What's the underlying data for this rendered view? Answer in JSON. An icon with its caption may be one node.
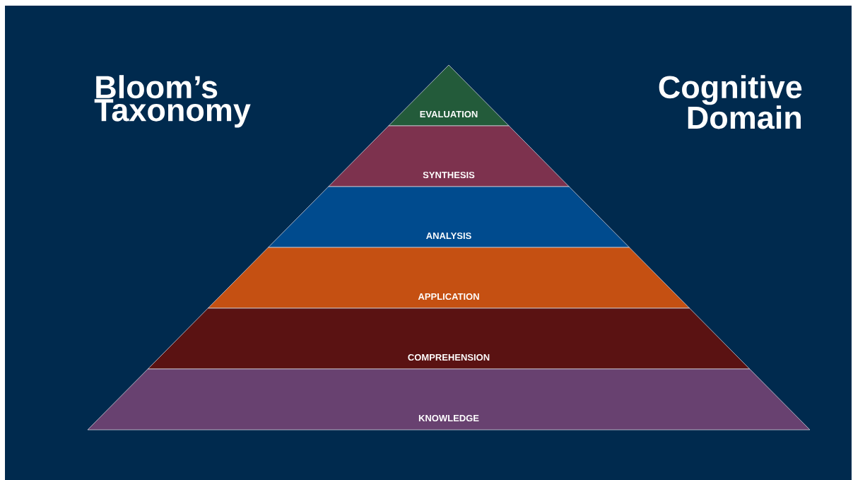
{
  "diagram": {
    "title": "Bloom’s Taxonomy",
    "nodes": [
      {
        "text": [
          "EVALUATION"
        ]
      },
      {
        "text": [
          "SYNTHESIS"
        ]
      },
      {
        "text": [
          "ANALYSIS"
        ]
      },
      {
        "text": [
          "APPLICATION"
        ]
      },
      {
        "text": [
          "COMPREHENSION"
        ]
      },
      {
        "text": [
          "KNOWLEDGE"
        ]
      }
    ],
    "labels": [
      "Cognitive Domain"
    ]
  }
}
